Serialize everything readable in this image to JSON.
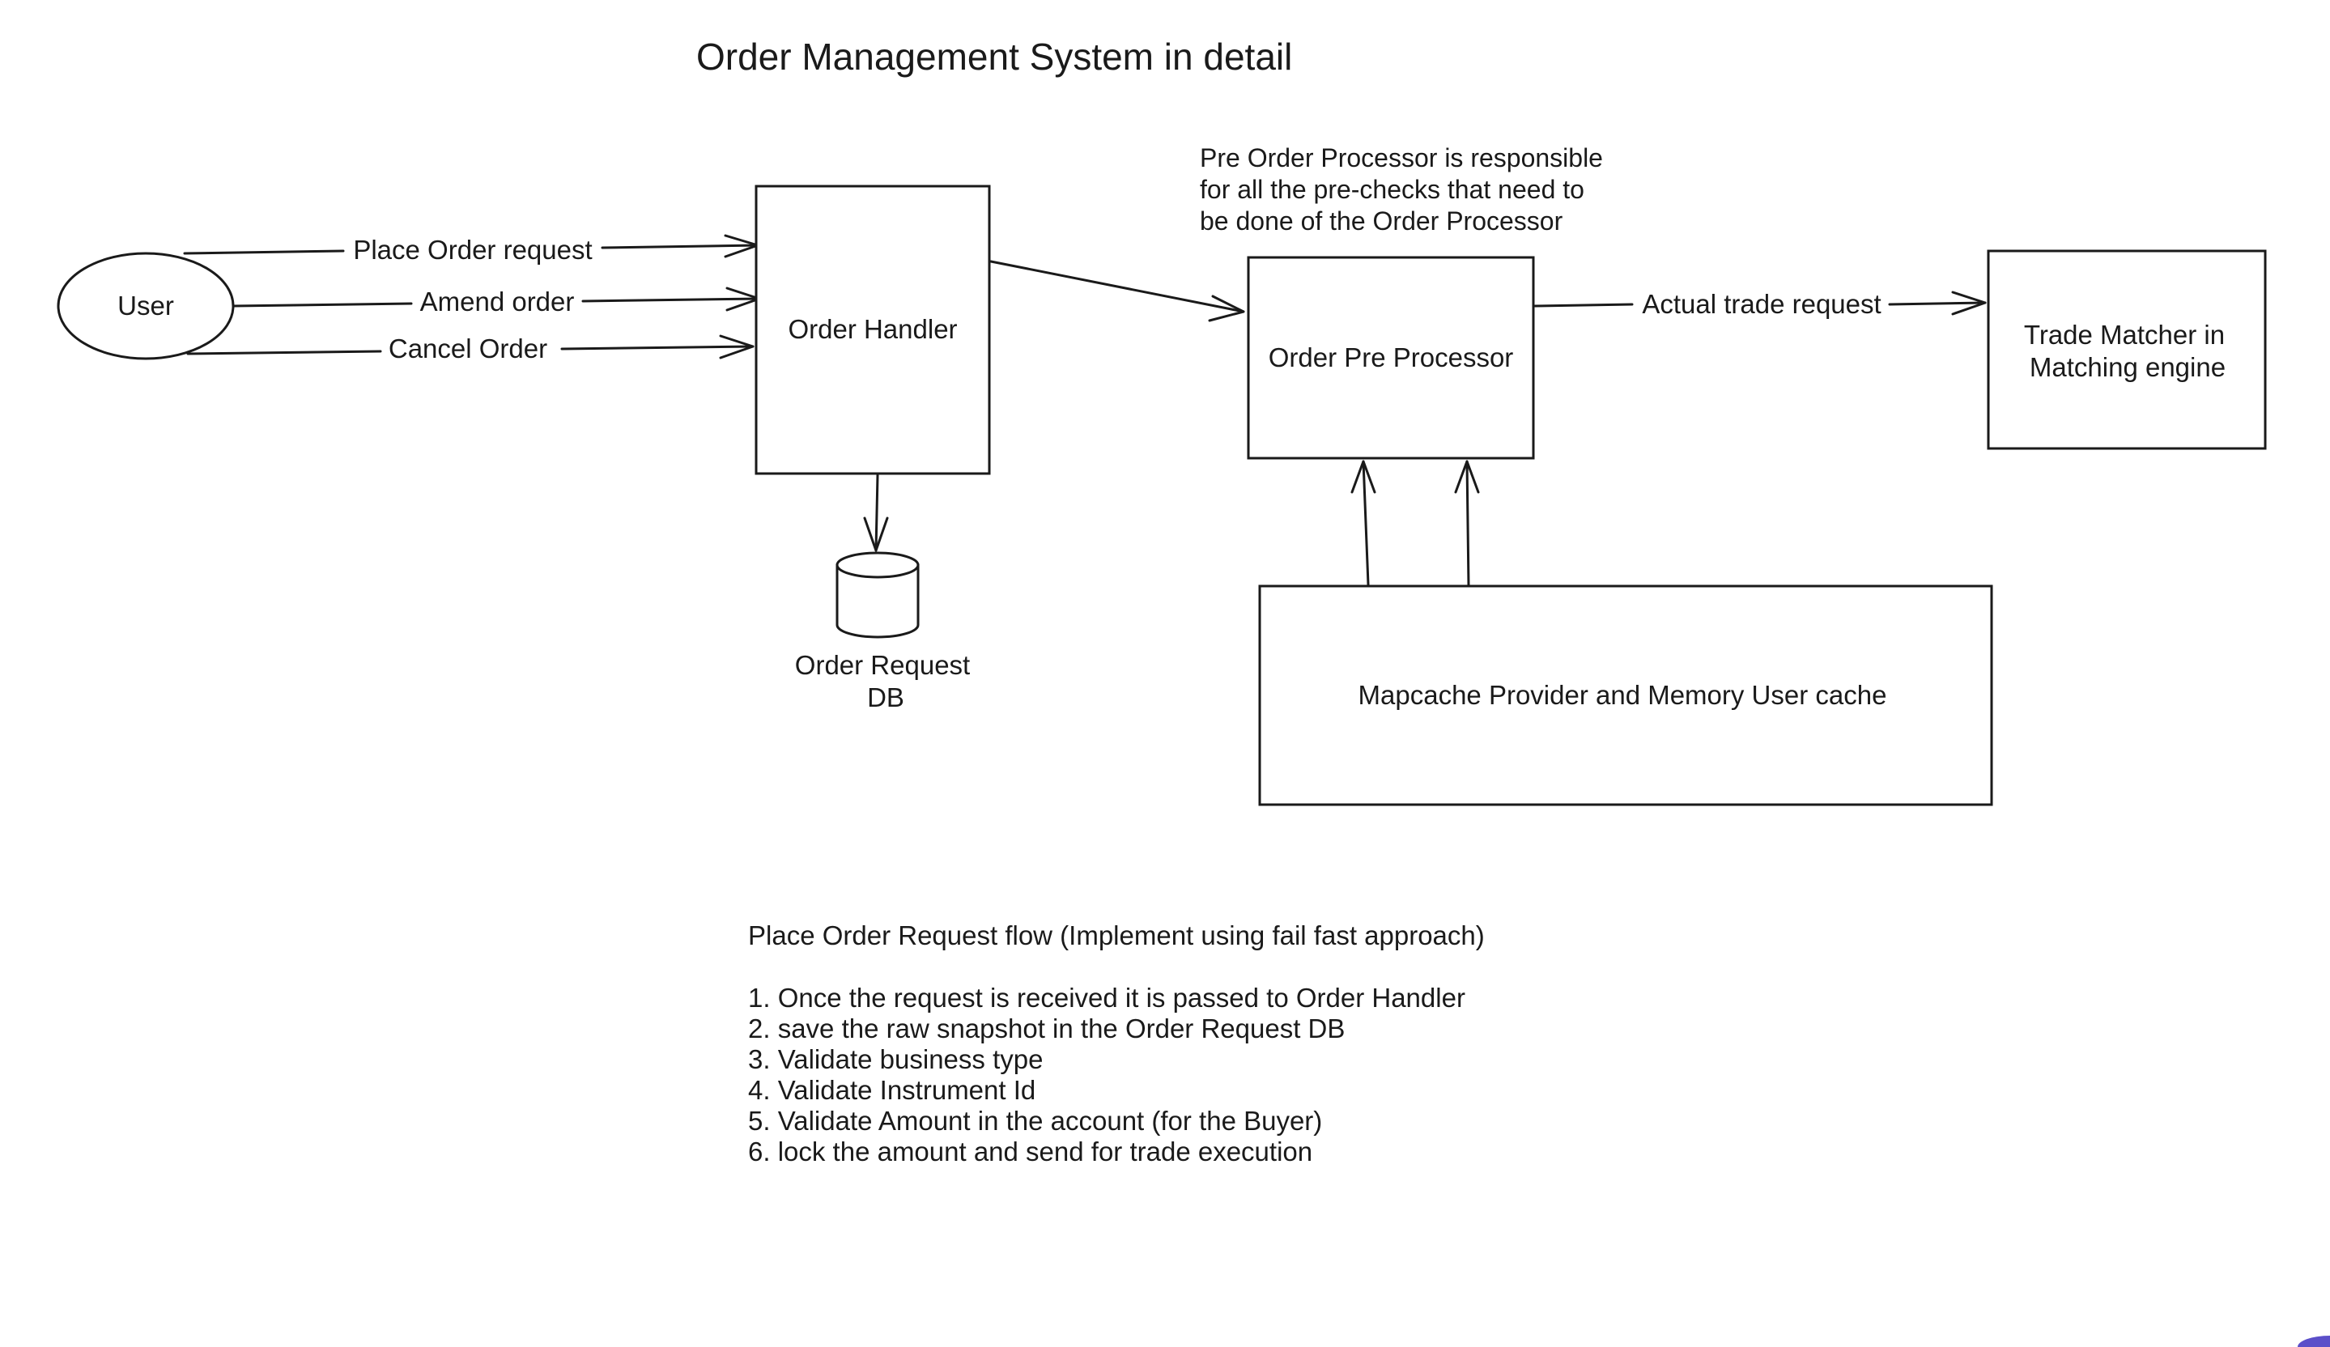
{
  "title": "Order Management System in detail",
  "nodes": {
    "user": "User",
    "order_handler": "Order Handler",
    "order_request_db": [
      "Order Request",
      "DB"
    ],
    "order_pre_processor": "Order Pre Processor",
    "trade_matcher": [
      "Trade Matcher in",
      "Matching engine"
    ],
    "mapcache": "Mapcache Provider and Memory User cache"
  },
  "edges": {
    "place_order": "Place Order request",
    "amend_order": "Amend order",
    "cancel_order": "Cancel Order",
    "actual_trade": "Actual trade request"
  },
  "annotation": [
    "Pre Order Processor is responsible",
    "for all the pre-checks that need to",
    "be done of the Order Processor"
  ],
  "flow": {
    "heading": "Place Order Request flow (Implement using fail fast approach)",
    "steps": [
      "1. Once the request is received it is passed to Order Handler",
      "2. save the raw snapshot in the Order Request DB",
      "3. Validate business type",
      "4. Validate Instrument Id",
      "5. Validate Amount in the account (for the Buyer)",
      "6. lock the amount and send for trade execution"
    ]
  }
}
